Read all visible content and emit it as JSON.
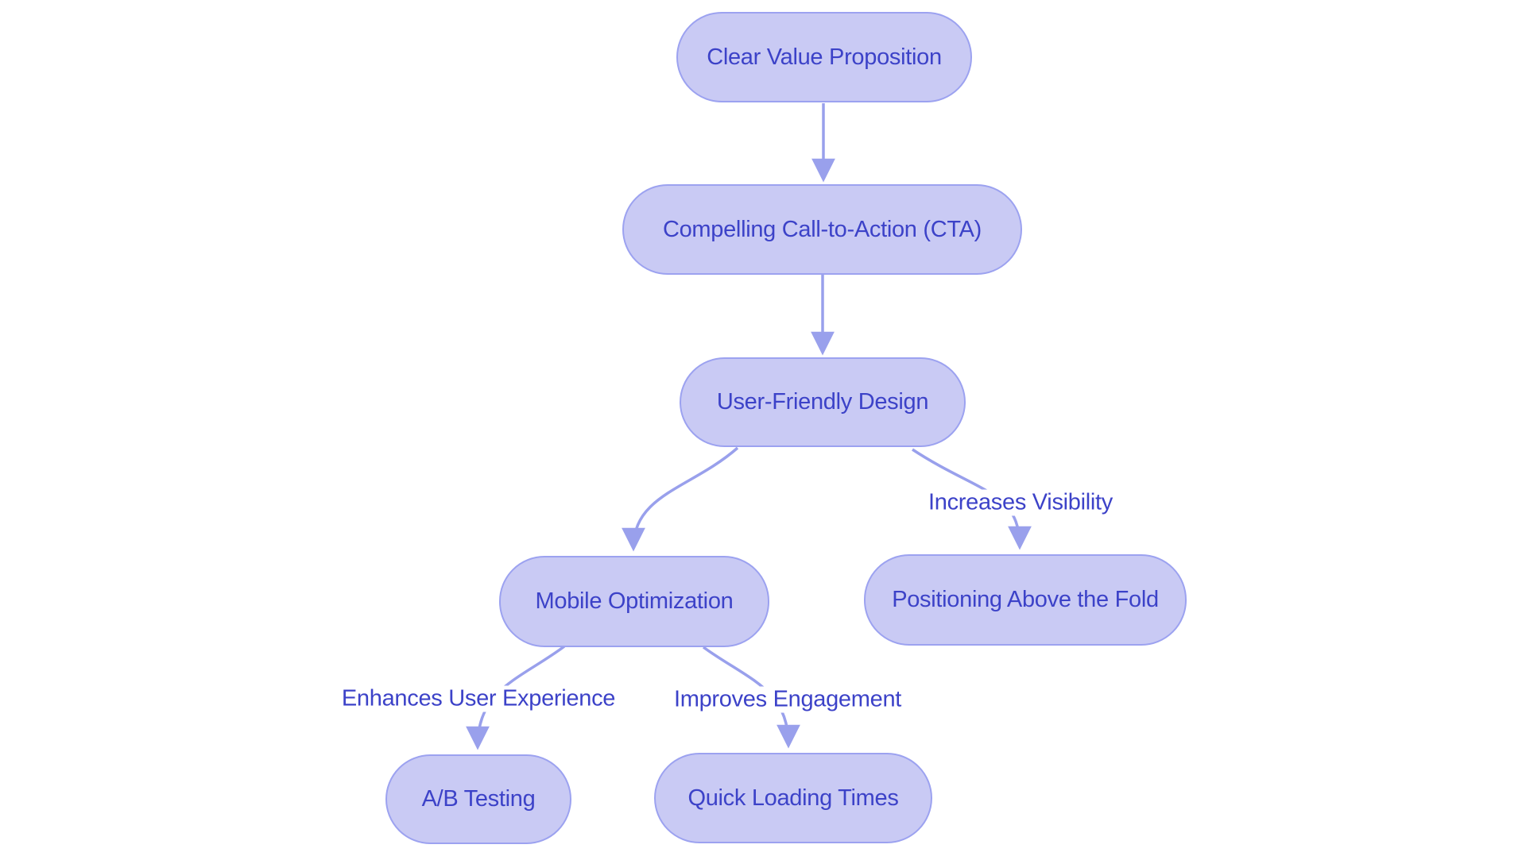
{
  "diagram": {
    "type": "flowchart",
    "direction": "top-down",
    "colors": {
      "node_fill": "#c9caf4",
      "node_border": "#9ca2f0",
      "node_text": "#3c42c8",
      "edge": "#99a0ec",
      "label_text": "#3c42c8",
      "background": "#ffffff"
    },
    "nodes": [
      {
        "id": "clear-value-proposition",
        "label": "Clear Value Proposition"
      },
      {
        "id": "compelling-cta",
        "label": "Compelling Call-to-Action (CTA)"
      },
      {
        "id": "user-friendly-design",
        "label": "User-Friendly Design"
      },
      {
        "id": "mobile-optimization",
        "label": "Mobile Optimization"
      },
      {
        "id": "positioning-above-the-fold",
        "label": "Positioning Above the Fold"
      },
      {
        "id": "ab-testing",
        "label": "A/B Testing"
      },
      {
        "id": "quick-loading-times",
        "label": "Quick Loading Times"
      }
    ],
    "edges": [
      {
        "from": "clear-value-proposition",
        "to": "compelling-cta",
        "label": ""
      },
      {
        "from": "compelling-cta",
        "to": "user-friendly-design",
        "label": ""
      },
      {
        "from": "user-friendly-design",
        "to": "mobile-optimization",
        "label": ""
      },
      {
        "from": "user-friendly-design",
        "to": "positioning-above-the-fold",
        "label": "Increases Visibility"
      },
      {
        "from": "mobile-optimization",
        "to": "ab-testing",
        "label": "Enhances User Experience"
      },
      {
        "from": "mobile-optimization",
        "to": "quick-loading-times",
        "label": "Improves Engagement"
      }
    ]
  }
}
